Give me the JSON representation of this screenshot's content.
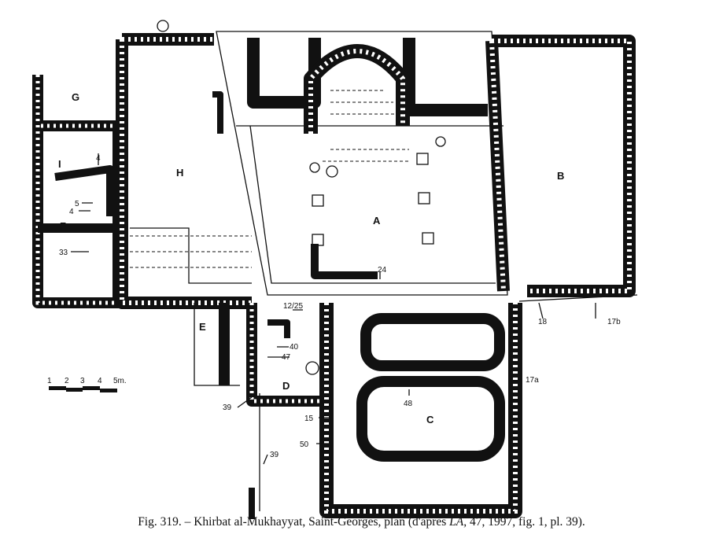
{
  "plan": {
    "room_labels": {
      "A": "A",
      "B": "B",
      "C": "C",
      "D": "D",
      "E": "E",
      "F": "F",
      "G": "G",
      "H": "H",
      "I": "I"
    },
    "numbers": {
      "n4a": "4",
      "n5": "5",
      "n4b": "4",
      "n33": "33",
      "n24": "24",
      "n12_25": "12/25",
      "n40": "40",
      "n47": "47",
      "n39a": "39",
      "n39b": "39",
      "n15": "15",
      "n50": "50",
      "n48": "48",
      "n18": "18",
      "n17b": "17b",
      "n17a": "17a"
    },
    "scale_bar": {
      "ticks": [
        "1",
        "2",
        "3",
        "4",
        "5m."
      ]
    }
  },
  "caption": {
    "prefix": "Fig. 319. – Khirbat al-Mukhayyat, Saint-Georges, plan (d'après ",
    "journal": "LA,",
    "suffix": " 47, 1997, fig. 1, pl. 39)."
  }
}
